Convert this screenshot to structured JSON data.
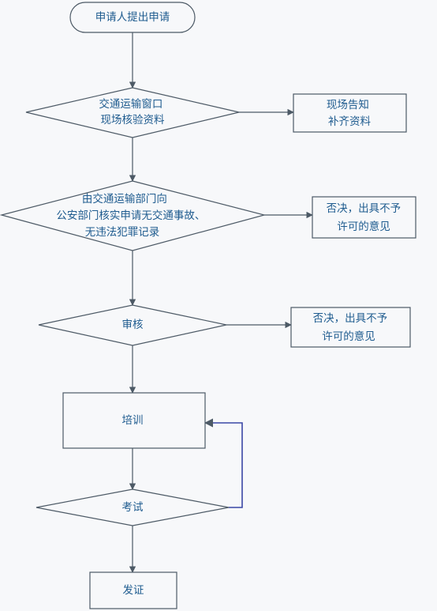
{
  "diagram": {
    "nodes": {
      "start": {
        "lines": [
          "申请人提出申请"
        ]
      },
      "window_check": {
        "lines": [
          "交通运输窗口",
          "现场核验资料"
        ]
      },
      "supplement": {
        "lines": [
          "现场告知",
          "补齐资料"
        ]
      },
      "police_check": {
        "lines": [
          "由交通运输部门向",
          "公安部门核实申请无交通事故、",
          "无违法犯罪记录"
        ]
      },
      "reject1": {
        "lines": [
          "否决，出具不予",
          "许可的意见"
        ]
      },
      "review": {
        "lines": [
          "审核"
        ]
      },
      "reject2": {
        "lines": [
          "否决，出具不予",
          "许可的意见"
        ]
      },
      "training": {
        "lines": [
          "培训"
        ]
      },
      "exam": {
        "lines": [
          "考试"
        ]
      },
      "issue": {
        "lines": [
          "发证"
        ]
      }
    }
  }
}
